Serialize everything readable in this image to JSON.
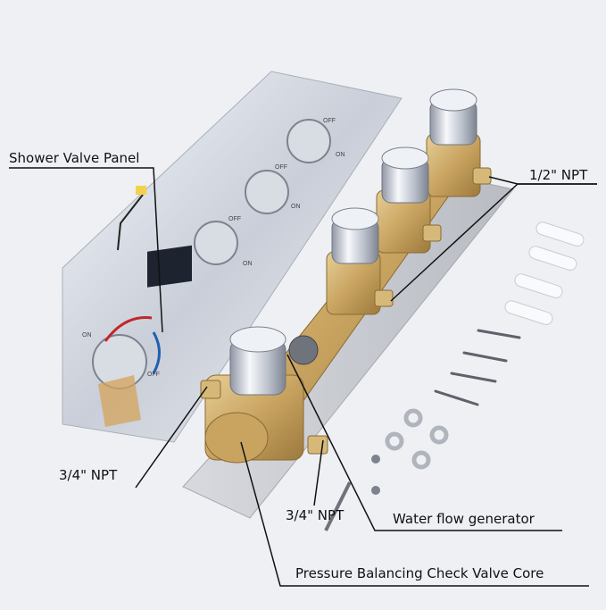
{
  "labels": {
    "shower_valve_panel": "Shower Valve Panel",
    "half_npt": "1/2\" NPT",
    "three_quarter_npt_left": "3/4\" NPT",
    "three_quarter_npt_bottom": "3/4\" NPT",
    "water_flow_generator": "Water flow generator",
    "pressure_balancing": "Pressure Balancing Check Valve Core"
  },
  "panel": {
    "off": "OFF",
    "on": "ON"
  }
}
